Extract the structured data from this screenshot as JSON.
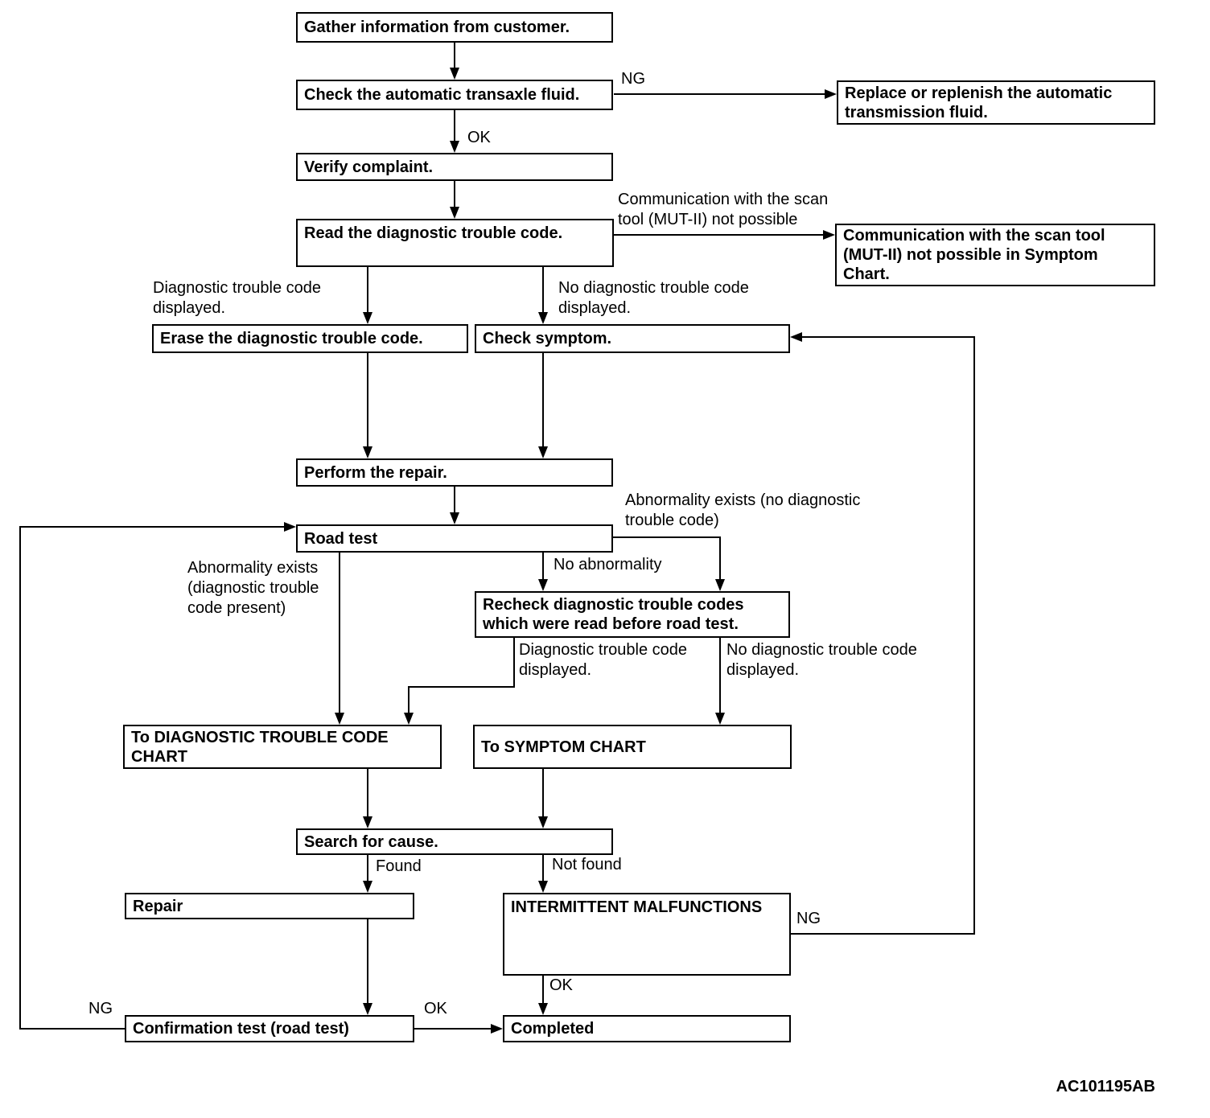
{
  "diagram": {
    "figure_code": "AC101195AB",
    "colors": {
      "line": "#000000",
      "background": "#ffffff"
    },
    "nodes": {
      "gather": "Gather information from customer.",
      "check_fluid": "Check the automatic transaxle fluid.",
      "replace_fluid": "Replace or replenish the automatic\ntransmission fluid.",
      "verify": "Verify complaint.",
      "read_dtc": "Read the diagnostic trouble code.",
      "comm_not_possible": "Communication with the scan tool\n(MUT-II) not possible in Symptom\nChart.",
      "erase_dtc": "Erase the diagnostic trouble code.",
      "check_symptom": "Check symptom.",
      "perform_repair": "Perform the repair.",
      "road_test": "Road test",
      "recheck": "Recheck diagnostic trouble codes\nwhich were read before road test.",
      "to_dtc_chart": "To DIAGNOSTIC TROUBLE CODE\nCHART",
      "to_symptom_chart": "To SYMPTOM CHART",
      "search_cause": "Search for cause.",
      "repair": "Repair",
      "intermittent": "INTERMITTENT MALFUNCTIONS",
      "confirmation": "Confirmation test (road test)",
      "completed": "Completed"
    },
    "labels": {
      "ng_fluid": "NG",
      "ok_fluid": "OK",
      "comm_label": "Communication with the scan\ntool (MUT-II) not possible",
      "dtc_displayed_1": "Diagnostic trouble code\ndisplayed.",
      "no_dtc_displayed_1": "No diagnostic trouble code\ndisplayed.",
      "abnormal_no_dtc": "Abnormality exists (no diagnostic\ntrouble code)",
      "no_abnormality": "No abnormality",
      "abnormal_dtc": "Abnormality exists\n(diagnostic trouble\ncode present)",
      "dtc_displayed_2": "Diagnostic trouble code\ndisplayed.",
      "no_dtc_displayed_2": "No diagnostic trouble code\ndisplayed.",
      "found": "Found",
      "not_found": "Not found",
      "ng_intermittent": "NG",
      "ok_intermittent": "OK",
      "ng_confirmation": "NG",
      "ok_confirmation": "OK"
    }
  }
}
